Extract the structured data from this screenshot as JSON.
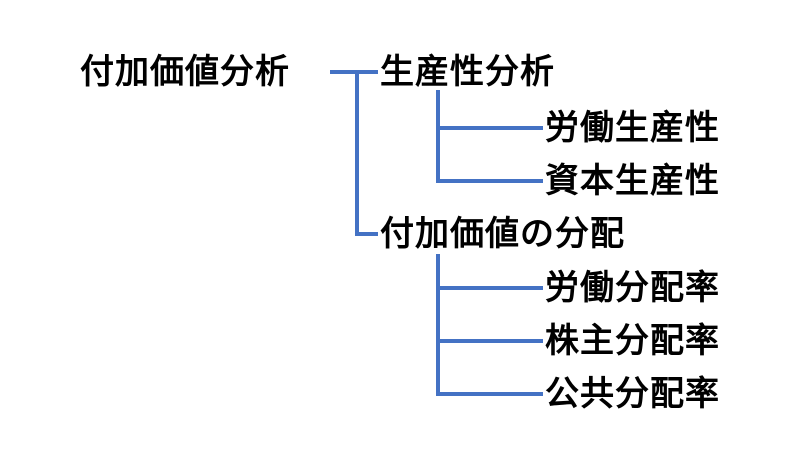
{
  "colors": {
    "connector": "#4472C4",
    "text": "#000000",
    "background": "#FFFFFF"
  },
  "tree": {
    "root": "付加価値分析",
    "branches": [
      {
        "label": "生産性分析",
        "children": [
          "労働生産性",
          "資本生産性"
        ]
      },
      {
        "label": "付加価値の分配",
        "children": [
          "労働分配率",
          "株主分配率",
          "公共分配率"
        ]
      }
    ]
  }
}
